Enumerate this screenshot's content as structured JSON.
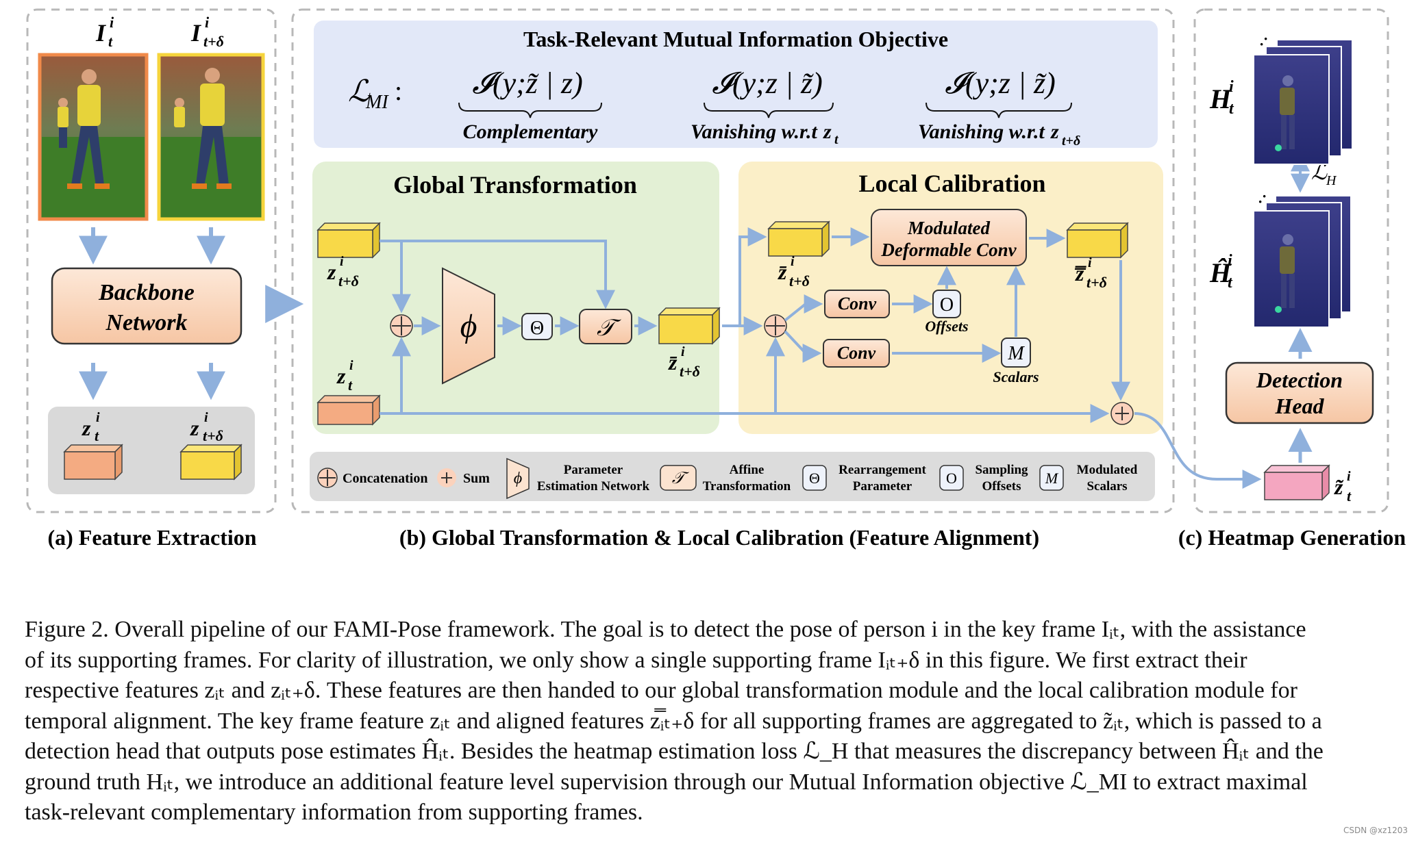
{
  "panels": {
    "a_title": "(a) Feature Extraction",
    "b_title": "(b) Global Transformation & Local Calibration (Feature Alignment)",
    "c_title": "(c) Heatmap Generation"
  },
  "feature_extraction": {
    "frame_label_key": "I",
    "frame_label_key_sub": "t",
    "frame_label_sup": "i",
    "frame_label_support_sub": "t+δ",
    "backbone_line1": "Backbone",
    "backbone_line2": "Network",
    "feat_key_sym": "z",
    "feat_key_sub": "t",
    "feat_sup": "i",
    "feat_support_sub": "t+δ"
  },
  "objective": {
    "title": "Task-Relevant Mutual Information Objective",
    "loss_label": "ℒ",
    "loss_sub": "MI",
    "loss_colon": ":",
    "terms": [
      {
        "formula": "𝓘(y;z̃ | z)",
        "label": "Complementary",
        "wrt": "",
        "wrt_sub": ""
      },
      {
        "formula": "𝓘(y;z | z̃)",
        "label": "Vanishing w.r.t ",
        "wrt": "z",
        "wrt_sub": "t"
      },
      {
        "formula": "𝓘(y;z | z̃)",
        "label": "Vanishing w.r.t ",
        "wrt": "z",
        "wrt_sub": "t+δ"
      }
    ]
  },
  "global_transformation": {
    "title": "Global Transformation",
    "phi": "ϕ",
    "theta": "Θ",
    "affine": "𝒯",
    "in_support_sub": "t+δ",
    "in_key_sub": "t",
    "out_sub": "t+δ"
  },
  "local_calibration": {
    "title": "Local Calibration",
    "mdc_line1": "Modulated",
    "mdc_line2": "Deformable Conv",
    "conv1": "Conv",
    "conv2": "Conv",
    "offsets_symbol": "O",
    "offsets_label": "Offsets",
    "scalars_symbol": "M",
    "scalars_label": "Scalars",
    "in_sub": "t+δ",
    "out_sub": "t+δ"
  },
  "legend": [
    {
      "symbol": "⊕",
      "label": "Concatenation"
    },
    {
      "symbol": "+",
      "label": "Sum"
    },
    {
      "symbol": "ϕ",
      "label1": "Parameter",
      "label2": "Estimation Network"
    },
    {
      "symbol": "𝒯",
      "label1": "Affine",
      "label2": "Transformation"
    },
    {
      "symbol": "Θ",
      "label1": "Rearrangement",
      "label2": "Parameter"
    },
    {
      "symbol": "O",
      "label1": "Sampling",
      "label2": "Offsets"
    },
    {
      "symbol": "M",
      "label1": "Modulated",
      "label2": "Scalars"
    }
  ],
  "heatmap_generation": {
    "gt_label": "H",
    "pred_label": "Ĥ",
    "sub": "t",
    "sup": "i",
    "loss_label": "ℒ",
    "loss_sub": "H",
    "detection_head_line1": "Detection",
    "detection_head_line2": "Head",
    "agg_label": "z̃",
    "agg_sub": "t"
  },
  "caption": {
    "lines": [
      "Figure 2. Overall pipeline of our FAMI-Pose framework. The goal is to detect the pose of person i in the key frame Iᵢₜ, with the assistance",
      "of its supporting frames.  For clarity of illustration, we only show a single supporting frame Iᵢₜ₊δ in this figure.  We first extract their",
      "respective features zᵢₜ and zᵢₜ₊δ. These features are then handed to our global transformation module and the local calibration module for",
      "temporal alignment. The key frame feature zᵢₜ and aligned features z̿ᵢₜ₊δ for all supporting frames are aggregated to z̃ᵢₜ, which is passed to a",
      "detection head that outputs pose estimates Ĥᵢₜ. Besides the heatmap estimation loss ℒ_H that measures the discrepancy between Ĥᵢₜ and the",
      "ground truth Hᵢₜ, we introduce an additional feature level supervision through our Mutual Information objective ℒ_MI to extract maximal",
      "task-relevant complementary information from supporting frames."
    ]
  },
  "watermark": "CSDN @xz1203",
  "colors": {
    "accent_arrow": "#8fb0dc",
    "orange_box": "#f9d3b8",
    "yellow_feat": "#f8d948",
    "pink_feat": "#f4a6c0",
    "green_panel": "#e3f0d5",
    "yellow_panel": "#fbefc8",
    "blue_panel": "#e2e8f8"
  }
}
